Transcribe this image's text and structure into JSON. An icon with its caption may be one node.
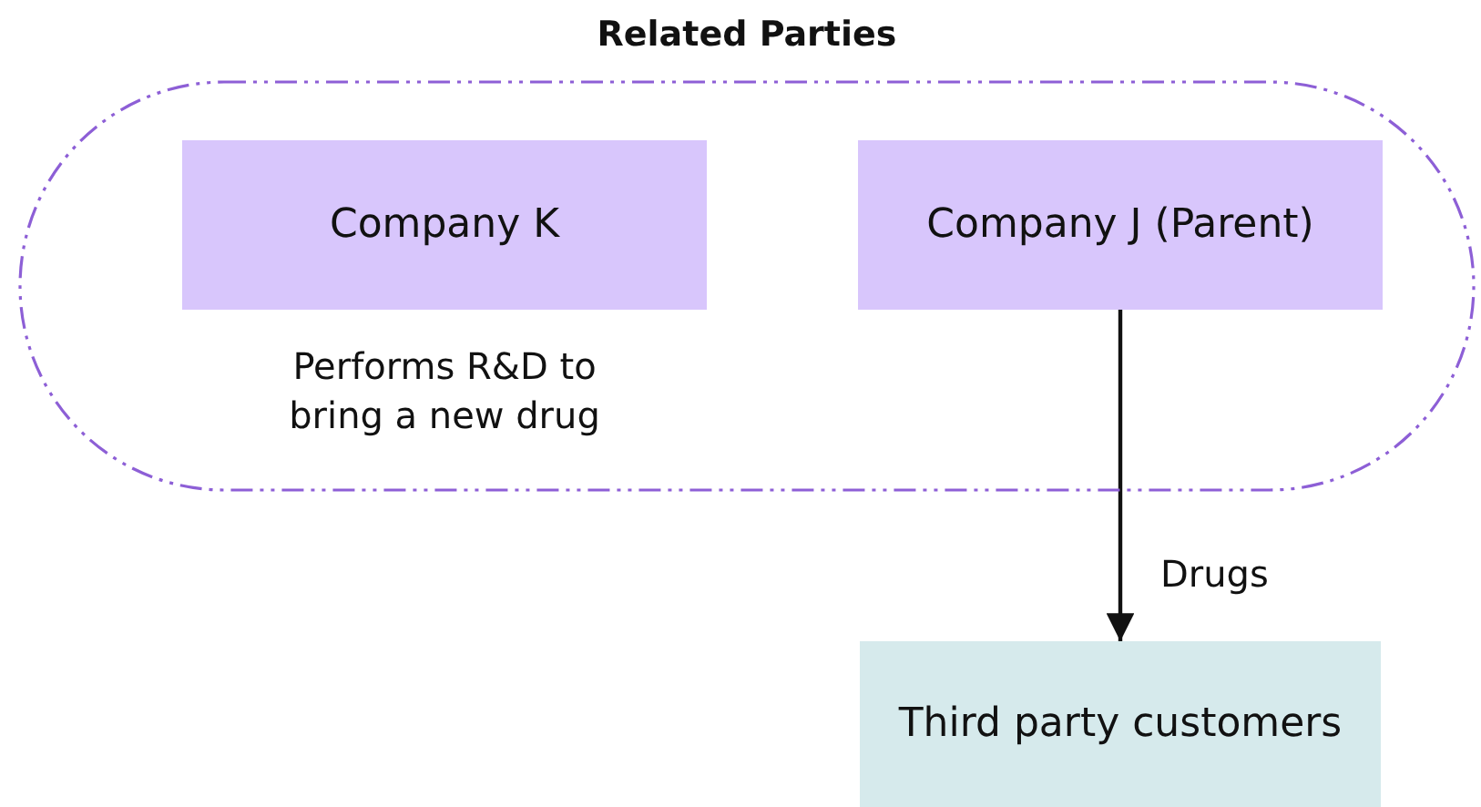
{
  "diagram": {
    "nodes": [
      {
        "text": [
          "Related Parties"
        ]
      },
      {
        "text": [
          "Company K"
        ],
        "in": 0,
        "beside": [
          "Performs R&D to bring a new drug"
        ]
      },
      {
        "text": [
          "Company J (Parent)"
        ],
        "in": 0
      },
      {
        "text": [
          "Third party customers"
        ]
      }
    ],
    "edges": [
      {
        "from": 2,
        "to": 3,
        "arrow": "to",
        "label": "Drugs"
      }
    ]
  }
}
